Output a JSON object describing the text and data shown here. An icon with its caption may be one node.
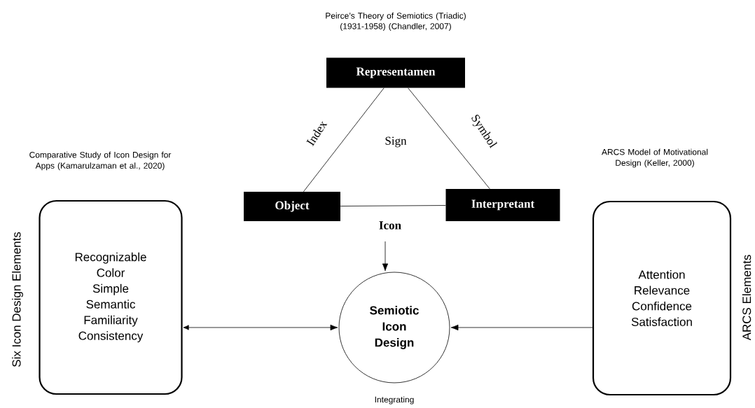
{
  "diagram": {
    "nodes": [
      {
        "text": [
          "Representamen"
        ]
      },
      {
        "text": [
          "Object"
        ]
      },
      {
        "text": [
          "Interpretant"
        ]
      },
      {
        "text": [
          "Recognizable",
          "Color",
          "Simple",
          "Semantic",
          "Familiarity",
          "Consistency"
        ],
        "beside": [
          "Comparative Study of Icon Design for Apps (Kamarulzaman et al., 2020)",
          "Six Icon Design Elements"
        ]
      },
      {
        "text": [
          "Attention",
          "Relevance",
          "Confidence",
          "Satisfaction"
        ],
        "beside": [
          "ARCS Model of Motivational Design (Keller, 2000)",
          "ARCS Elements"
        ]
      },
      {
        "text": [
          "Semiotic Icon Design"
        ],
        "beside": [
          "Integrating"
        ]
      }
    ],
    "edges": [
      {
        "from": 0,
        "to": 1,
        "arrow": "none",
        "label": "Index"
      },
      {
        "from": 0,
        "to": 2,
        "arrow": "none",
        "label": "Symbol"
      },
      {
        "from": 1,
        "to": 2,
        "arrow": "none",
        "label": "Icon"
      },
      {
        "from": null,
        "to": 5,
        "arrow": "to"
      },
      {
        "from": 3,
        "to": 5,
        "arrow": "both"
      },
      {
        "from": 4,
        "to": 5,
        "arrow": "to"
      }
    ],
    "labels": [
      "Peirce’s Theory of Semiotics (Triadic) (1931-1958) (Chandler, 2007)",
      "Sign"
    ]
  }
}
